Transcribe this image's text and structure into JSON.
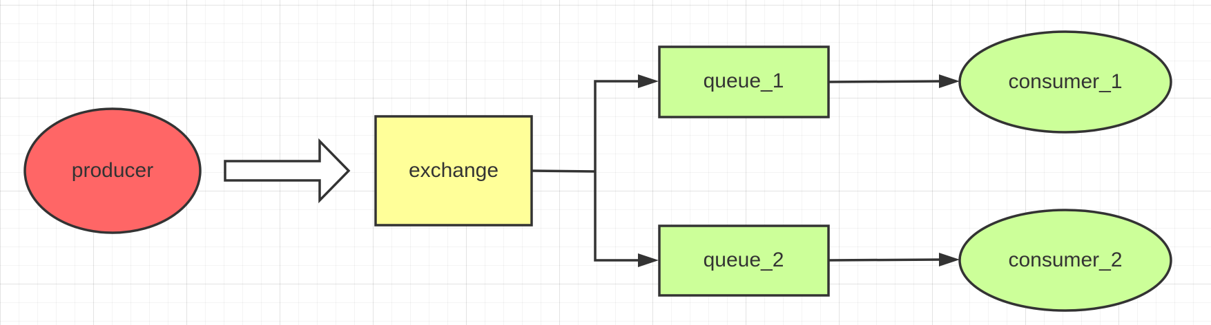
{
  "diagram": {
    "nodes": {
      "producer": {
        "label": "producer",
        "shape": "ellipse",
        "fill": "#FF6666"
      },
      "exchange": {
        "label": "exchange",
        "shape": "rectangle",
        "fill": "#FFFF99"
      },
      "queue_1": {
        "label": "queue_1",
        "shape": "rectangle",
        "fill": "#CCFF99"
      },
      "queue_2": {
        "label": "queue_2",
        "shape": "rectangle",
        "fill": "#CCFF99"
      },
      "consumer_1": {
        "label": "consumer_1",
        "shape": "ellipse",
        "fill": "#CCFF99"
      },
      "consumer_2": {
        "label": "consumer_2",
        "shape": "ellipse",
        "fill": "#CCFF99"
      }
    },
    "edges": [
      {
        "from": "producer",
        "to": "exchange",
        "style": "hollow-block-arrow"
      },
      {
        "from": "exchange",
        "to": "queue_1",
        "style": "orthogonal-arrow"
      },
      {
        "from": "exchange",
        "to": "queue_2",
        "style": "orthogonal-arrow"
      },
      {
        "from": "queue_1",
        "to": "consumer_1",
        "style": "arrow"
      },
      {
        "from": "queue_2",
        "to": "consumer_2",
        "style": "arrow"
      }
    ],
    "colors": {
      "stroke": "#333333",
      "grid": "#e6e6e6",
      "background": "#ffffff"
    }
  }
}
